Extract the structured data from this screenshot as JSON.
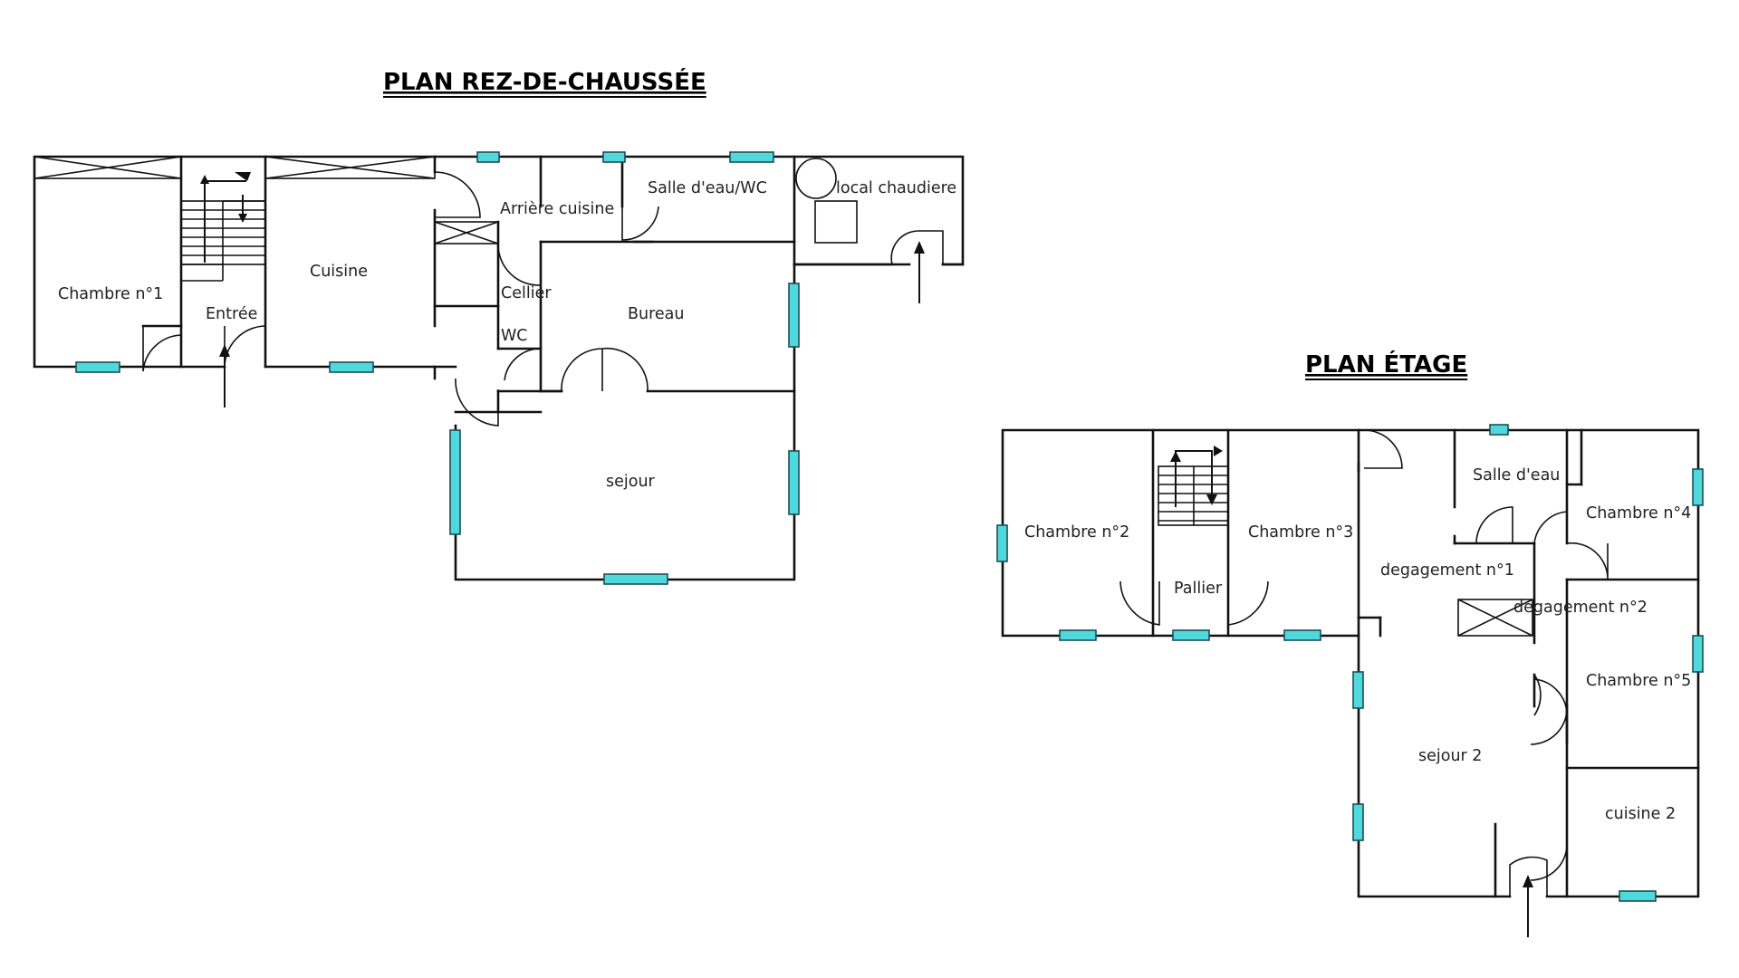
{
  "titles": {
    "ground_floor": "PLAN REZ-DE-CHAUSSÉE",
    "upper_floor": "PLAN ÉTAGE"
  },
  "ground_floor_rooms": {
    "chambre_1": "Chambre n°1",
    "entree": "Entrée",
    "cuisine": "Cuisine",
    "arriere_cuisine": "Arrière cuisine",
    "salle_eau_wc": "Salle d'eau/WC",
    "local_chaudiere": "local chaudiere",
    "cellier": "Cellier",
    "wc": "WC",
    "bureau": "Bureau",
    "sejour": "sejour"
  },
  "upper_floor_rooms": {
    "chambre_2": "Chambre n°2",
    "chambre_3": "Chambre n°3",
    "pallier": "Pallier",
    "salle_eau": "Salle d'eau",
    "chambre_4": "Chambre n°4",
    "degagement_1": "degagement n°1",
    "degagement_2": "degagement n°2",
    "chambre_5": "Chambre n°5",
    "sejour_2": "sejour 2",
    "cuisine_2": "cuisine 2"
  },
  "colors": {
    "window_fill": "#4fd9dd",
    "wall": "#111111"
  }
}
